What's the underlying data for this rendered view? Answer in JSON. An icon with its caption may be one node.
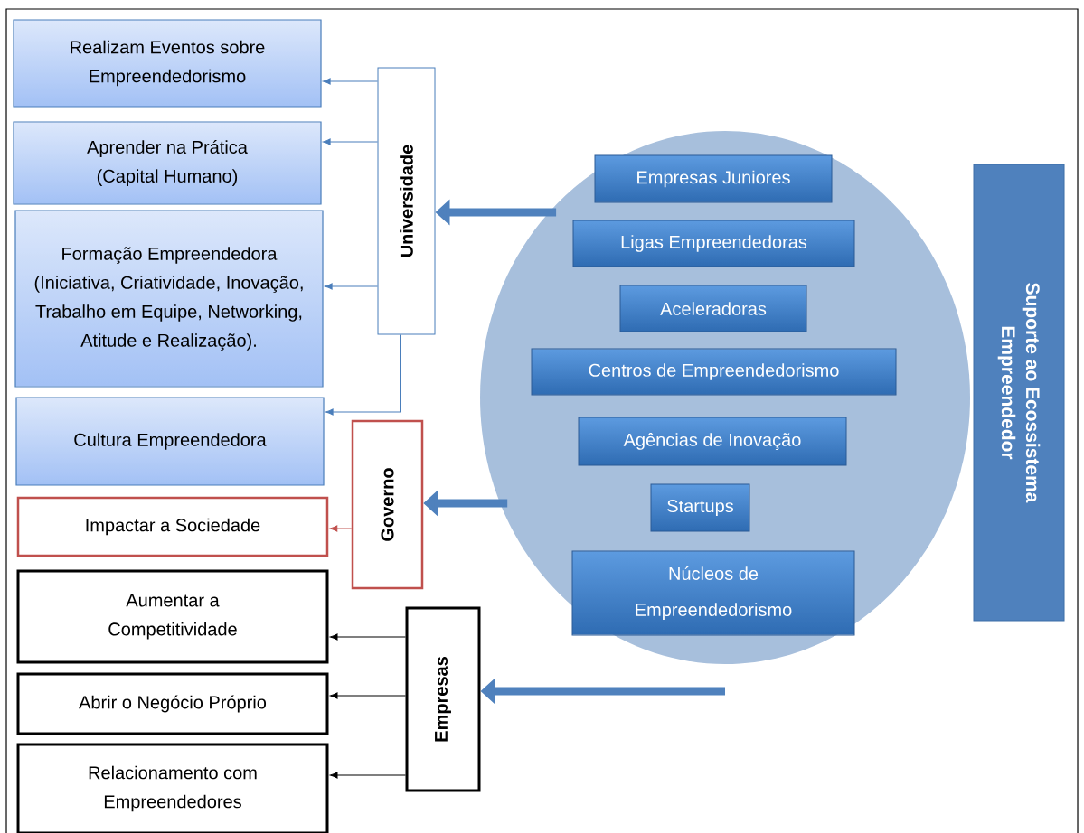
{
  "diagram": {
    "nodes": [
      {
        "text": [
          "Realizam Eventos sobre Empreendedorismo"
        ]
      },
      {
        "text": [
          "Aprender na Prática (Capital Humano)"
        ]
      },
      {
        "text": [
          "Formação Empreendedora (Iniciativa, Criatividade, Inovação, Trabalho em Equipe, Networking, Atitude e Realização)."
        ]
      },
      {
        "text": [
          "Cultura Empreendedora"
        ]
      },
      {
        "text": [
          "Impactar a Sociedade"
        ]
      },
      {
        "text": [
          "Aumentar a Competitividade"
        ]
      },
      {
        "text": [
          "Abrir o Negócio Próprio"
        ]
      },
      {
        "text": [
          "Relacionamento com Empreendedores"
        ]
      },
      {
        "text": [
          "Universidade"
        ]
      },
      {
        "text": [
          "Governo"
        ]
      },
      {
        "text": [
          "Empresas"
        ]
      },
      {
        "text": [],
        "shape": "circle"
      },
      {
        "text": [
          "Empresas Juniores"
        ],
        "in": 11
      },
      {
        "text": [
          "Ligas Empreendedoras"
        ],
        "in": 11
      },
      {
        "text": [
          "Aceleradoras"
        ],
        "in": 11
      },
      {
        "text": [
          "Centros de Empreendedorismo"
        ],
        "in": 11
      },
      {
        "text": [
          "Agências de Inovação"
        ],
        "in": 11
      },
      {
        "text": [
          "Startups"
        ],
        "in": 11
      },
      {
        "text": [
          "Núcleos de Empreendedorismo"
        ],
        "in": 11
      },
      {
        "text": [
          "Suporte ao Ecossistema Empreendedor"
        ]
      }
    ],
    "edges": [
      {
        "from": 8,
        "to": 0,
        "arrow": "to",
        "color": "#4a7ebb"
      },
      {
        "from": 8,
        "to": 1,
        "arrow": "to",
        "color": "#4a7ebb"
      },
      {
        "from": 8,
        "to": 2,
        "arrow": "to",
        "color": "#4a7ebb"
      },
      {
        "from": 8,
        "to": 3,
        "arrow": "to",
        "color": "#4a7ebb"
      },
      {
        "from": 9,
        "to": 4,
        "arrow": "to",
        "color": "#c0504d"
      },
      {
        "from": 10,
        "to": 5,
        "arrow": "to",
        "color": "#000000"
      },
      {
        "from": 10,
        "to": 6,
        "arrow": "to",
        "color": "#000000"
      },
      {
        "from": 10,
        "to": 7,
        "arrow": "to",
        "color": "#000000"
      },
      {
        "from": 11,
        "to": 8,
        "arrow": "to",
        "style": "thick",
        "color": "#4f81bd"
      },
      {
        "from": 11,
        "to": 9,
        "arrow": "to",
        "style": "thick",
        "color": "#4f81bd"
      },
      {
        "from": 11,
        "to": 10,
        "arrow": "to",
        "style": "thick",
        "color": "#4f81bd"
      }
    ]
  }
}
